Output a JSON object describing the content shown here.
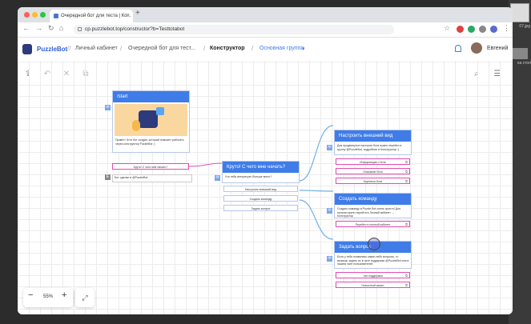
{
  "browser": {
    "tab_title": "Очередной бот для теста | Ко...",
    "url": "cp.puzzlebot.top/constructor?b=Testtotabot"
  },
  "app": {
    "logo_text": "PuzzleBot",
    "crumbs": [
      "Личный кабинет",
      "Очередной бот для тест...",
      "Конструктор",
      "Основная группа"
    ],
    "user_name": "Евгений"
  },
  "side": {
    "caption1": "07.jpg",
    "caption2": "ка стол"
  },
  "canvas": {
    "start": {
      "title": "/start",
      "desc": "Привет! Этот бот создан, который поможет работать через конструктор PuzzleBot :)",
      "button": "Круто! С чего мне начать?",
      "footer": "Бот сделан в @PuzzleBot"
    },
    "middle": {
      "title": "Круто! С чего мне начать?",
      "desc": "Что тебя интересует больше всего?",
      "buttons": [
        "Настроить внешний вид",
        "Создать команду",
        "Задать вопрос"
      ]
    },
    "right1": {
      "title": "Настроить внешний вид",
      "desc": "Для продвинутых настроек бота нужно перейти в группу @PuzzleBot, подробнее в Конструктор :)",
      "buttons": [
        "Информация о боте",
        "Описание бота",
        "Картинка бота"
      ]
    },
    "right2": {
      "title": "Создать команду",
      "desc": "Создать команду в Puzzle Bot очень просто! Для начала нужно перейти в Личный кабинет → Конструктор",
      "buttons": [
        "Перейти в личный кабинет"
      ]
    },
    "right3": {
      "title": "Задать вопрос",
      "desc": "Если у тебя появились какие-либо вопросы, то можешь задать их в чате поддержки @PuzzleBot или в нашем чате пользователей",
      "buttons": [
        "Чат поддержки",
        "Новостной канал"
      ]
    }
  },
  "zoom": {
    "minus": "−",
    "plus": "+",
    "value": "55%"
  }
}
